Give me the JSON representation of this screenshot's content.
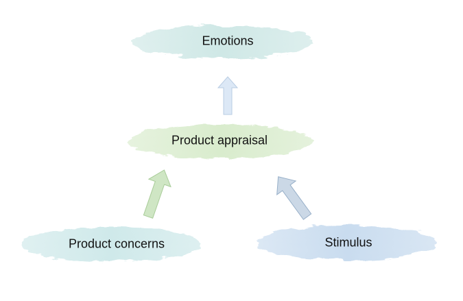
{
  "diagram": {
    "nodes": {
      "emotions": {
        "label": "Emotions",
        "color": "#cfe8e6"
      },
      "product_appraisal": {
        "label": "Product appraisal",
        "color": "#d9eccd"
      },
      "product_concerns": {
        "label": "Product concerns",
        "color": "#cfe9ea"
      },
      "stimulus": {
        "label": "Stimulus",
        "color": "#c9dcef"
      }
    },
    "arrows": [
      {
        "from": "product_appraisal",
        "to": "emotions",
        "color": "#dce8f6"
      },
      {
        "from": "product_concerns",
        "to": "product_appraisal",
        "color": "#cfe6c4"
      },
      {
        "from": "stimulus",
        "to": "product_appraisal",
        "color": "#cbd8e6"
      }
    ]
  }
}
